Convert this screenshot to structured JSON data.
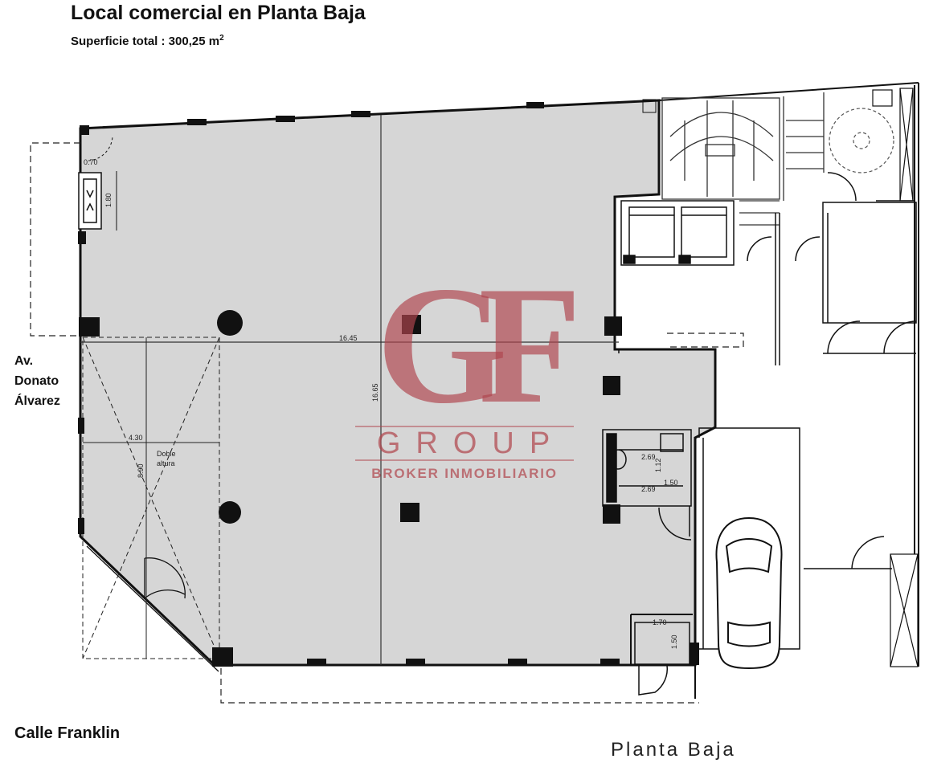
{
  "header": {
    "title": "Local comercial en Planta Baja",
    "subtitle_prefix": "Superficie total : 300,25 m",
    "subtitle_sup": "2"
  },
  "streets": {
    "left_line1": "Av.",
    "left_line2": "Donato",
    "left_line3": "Álvarez",
    "bottom": "Calle Franklin"
  },
  "plan": {
    "label": "Planta  Baja",
    "dim_070": "0.70",
    "dim_180": "1.80",
    "dim_1645": "16.45",
    "dim_1665": "16.65",
    "dim_430": "4.30",
    "dim_890": "8.90",
    "doble_1": "Doble",
    "doble_2": "altura",
    "dim_269a": "2.69",
    "dim_112": "1.12",
    "dim_150a": "1.50",
    "dim_269b": "2.69",
    "dim_170": "1.70",
    "dim_150b": "1.50"
  },
  "watermark": {
    "mark": "GF",
    "group": "GROUP",
    "broker": "BROKER INMOBILIARIO"
  },
  "colors": {
    "floor_fill": "#d6d6d6",
    "wall": "#111111",
    "watermark": "#b0464e"
  }
}
